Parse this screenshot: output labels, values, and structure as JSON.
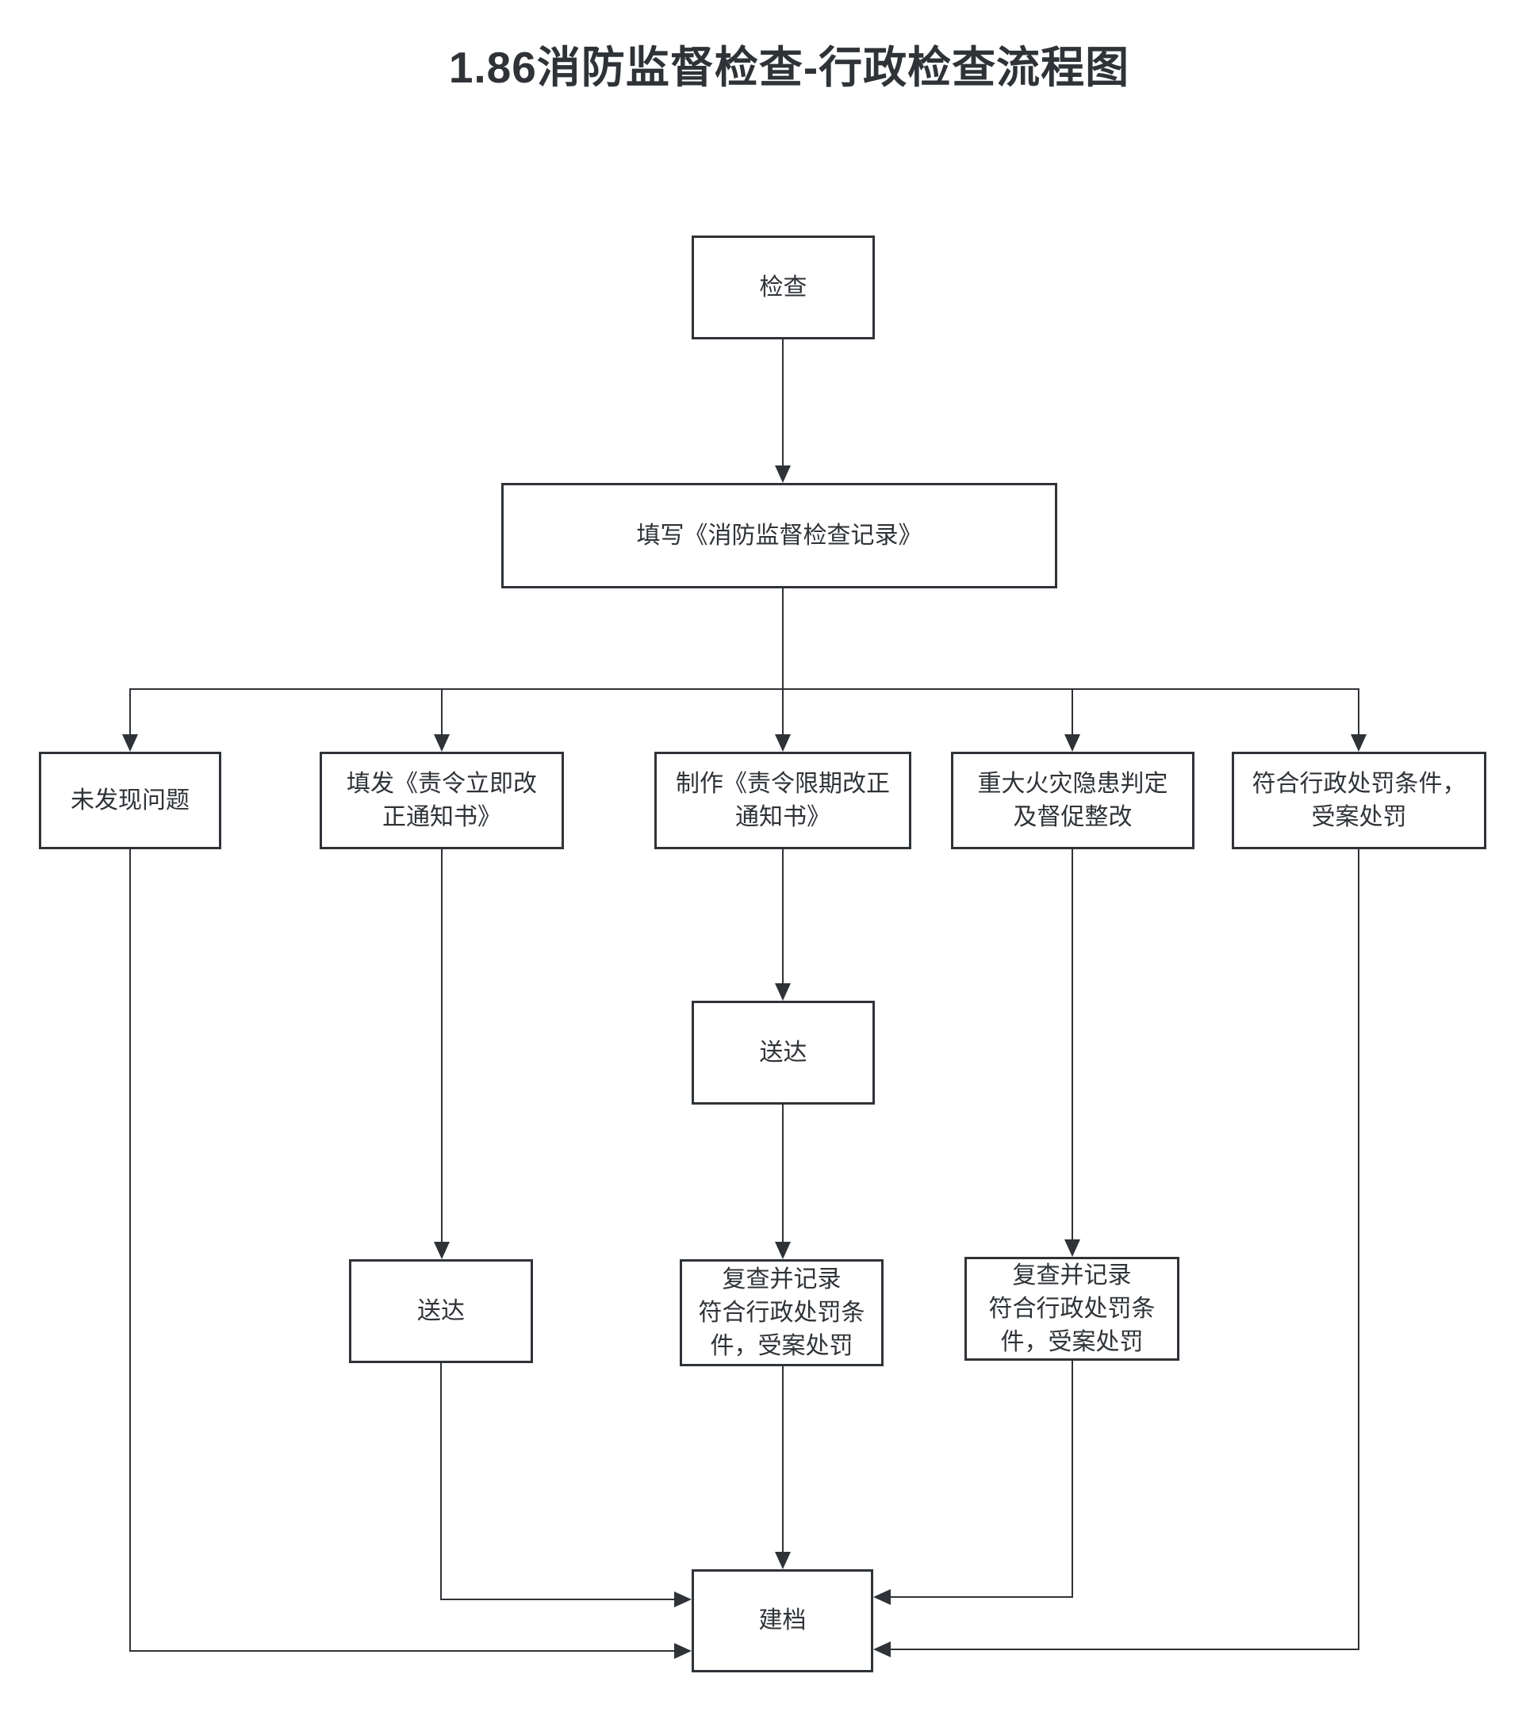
{
  "title": "1.86消防监督检查-行政检查流程图",
  "colors": {
    "stroke": "#2f3337",
    "text": "#2f3337",
    "background": "#ffffff"
  },
  "nodes": {
    "jiancha": {
      "label": "检查"
    },
    "tianxie": {
      "label": "填写《消防监督检查记录》"
    },
    "weifaxian": {
      "label": "未发现问题"
    },
    "tianfa": {
      "label": "填发《责令立即改\n正通知书》"
    },
    "zhizuo": {
      "label": "制作《责令限期改正\n通知书》"
    },
    "zhongda": {
      "label": "重大火灾隐患判定\n及督促整改"
    },
    "fuhe": {
      "label": "符合行政处罚条件，\n受案处罚"
    },
    "songda_mid": {
      "label": "送达"
    },
    "songda_left": {
      "label": "送达"
    },
    "fucha_mid": {
      "label": "复查并记录\n符合行政处罚条\n件，受案处罚"
    },
    "fucha_right": {
      "label": "复查并记录\n符合行政处罚条\n件，受案处罚"
    },
    "jiandang": {
      "label": "建档"
    }
  },
  "edges": [
    {
      "from": "检查",
      "to": "填写《消防监督检查记录》"
    },
    {
      "from": "填写《消防监督检查记录》",
      "to": "未发现问题"
    },
    {
      "from": "填写《消防监督检查记录》",
      "to": "填发《责令立即改正通知书》"
    },
    {
      "from": "填写《消防监督检查记录》",
      "to": "制作《责令限期改正通知书》"
    },
    {
      "from": "填写《消防监督检查记录》",
      "to": "重大火灾隐患判定及督促整改"
    },
    {
      "from": "填写《消防监督检查记录》",
      "to": "符合行政处罚条件，受案处罚"
    },
    {
      "from": "填发《责令立即改正通知书》",
      "to": "送达(左)"
    },
    {
      "from": "制作《责令限期改正通知书》",
      "to": "送达(中)"
    },
    {
      "from": "送达(中)",
      "to": "复查并记录符合行政处罚条件，受案处罚(中)"
    },
    {
      "from": "重大火灾隐患判定及督促整改",
      "to": "复查并记录符合行政处罚条件，受案处罚(右)"
    },
    {
      "from": "复查并记录符合行政处罚条件，受案处罚(中)",
      "to": "建档"
    },
    {
      "from": "送达(左)",
      "to": "建档"
    },
    {
      "from": "未发现问题",
      "to": "建档"
    },
    {
      "from": "复查并记录符合行政处罚条件，受案处罚(右)",
      "to": "建档"
    },
    {
      "from": "符合行政处罚条件，受案处罚",
      "to": "建档"
    }
  ]
}
